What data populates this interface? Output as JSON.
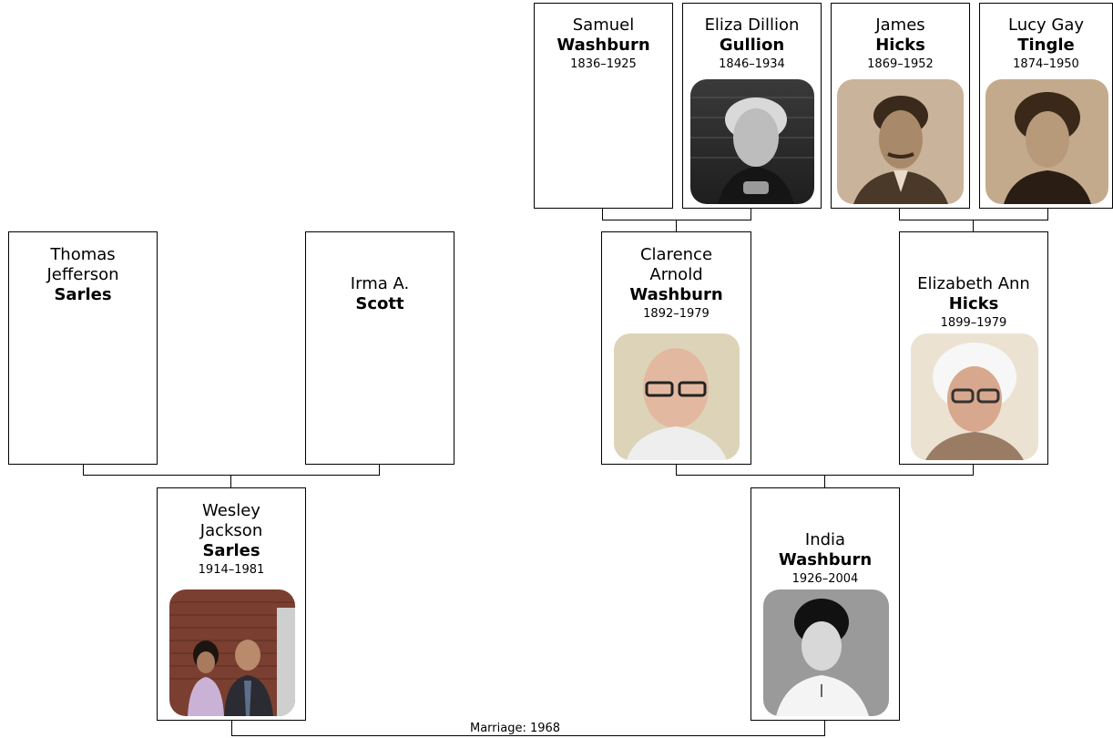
{
  "people": {
    "samuel_washburn": {
      "given": "Samuel",
      "surname": "Washburn",
      "years": "1836–1925"
    },
    "eliza_gullion": {
      "given": "Eliza Dillion",
      "surname": "Gullion",
      "years": "1846–1934",
      "photo": "bw-portrait-elderly-woman"
    },
    "james_hicks": {
      "given": "James",
      "surname": "Hicks",
      "years": "1869–1952",
      "photo": "sepia-portrait-man-mustache"
    },
    "lucy_tingle": {
      "given": "Lucy Gay",
      "surname": "Tingle",
      "years": "1874–1950",
      "photo": "sepia-portrait-young-woman"
    },
    "thomas_sarles": {
      "given": "Thomas Jefferson",
      "surname": "Sarles"
    },
    "irma_scott": {
      "given": "Irma A.",
      "surname": "Scott"
    },
    "clarence_washburn": {
      "given": "Clarence Arnold",
      "surname": "Washburn",
      "years": "1892–1979",
      "photo": "color-portrait-elderly-man-glasses"
    },
    "elizabeth_hicks": {
      "given": "Elizabeth Ann",
      "surname": "Hicks",
      "years": "1899–1979",
      "photo": "color-portrait-elderly-woman-glasses"
    },
    "wesley_sarles": {
      "given": "Wesley Jackson",
      "surname": "Sarles",
      "years": "1914–1981",
      "photo": "color-photo-couple-brick-wall"
    },
    "india_washburn": {
      "given": "India",
      "surname": "Washburn",
      "years": "1926–2004",
      "photo": "bw-portrait-young-woman"
    }
  },
  "marriage": {
    "label": "Marriage: 1968"
  }
}
